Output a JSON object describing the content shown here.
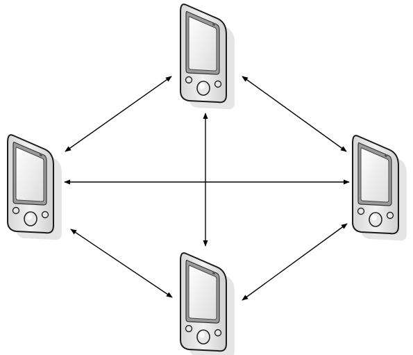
{
  "diagram": {
    "type": "network",
    "nodes": [
      {
        "id": "top",
        "icon": "pda-device-icon"
      },
      {
        "id": "left",
        "icon": "pda-device-icon"
      },
      {
        "id": "right",
        "icon": "pda-device-icon"
      },
      {
        "id": "bottom",
        "icon": "pda-device-icon"
      }
    ],
    "links": [
      {
        "from": "top",
        "to": "left",
        "direction": "bidirectional"
      },
      {
        "from": "top",
        "to": "right",
        "direction": "bidirectional"
      },
      {
        "from": "top",
        "to": "bottom",
        "direction": "bidirectional"
      },
      {
        "from": "left",
        "to": "right",
        "direction": "bidirectional"
      },
      {
        "from": "left",
        "to": "bottom",
        "direction": "bidirectional"
      },
      {
        "from": "right",
        "to": "bottom",
        "direction": "bidirectional"
      }
    ],
    "colors": {
      "device_body": "#e6e6e6",
      "device_outline": "#1a1a1a",
      "screen": "#f0f0f0",
      "arrow": "#000000",
      "background": "#ffffff"
    }
  }
}
